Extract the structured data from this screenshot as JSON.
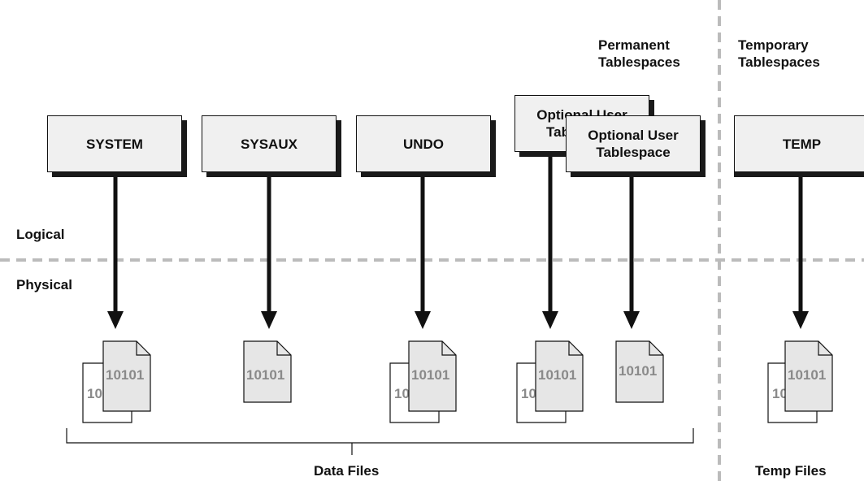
{
  "headers": {
    "permanent": [
      "Permanent",
      "Tablespaces"
    ],
    "temporary": [
      "Temporary",
      "Tablespaces"
    ]
  },
  "layers": {
    "logical": "Logical",
    "physical": "Physical"
  },
  "tablespaces": {
    "system": "SYSTEM",
    "sysaux": "SYSAUX",
    "undo": "UNDO",
    "optional_back": [
      "Optional User",
      "Tablespace"
    ],
    "optional_front": [
      "Optional User",
      "Tablespace"
    ],
    "temp": "TEMP"
  },
  "file_text": "10101",
  "bottom": {
    "data_files": "Data Files",
    "temp_files": "Temp Files"
  },
  "colors": {
    "box_fill": "#f0f0f0",
    "file_fill": "#e6e6e6",
    "file_text": "#8a8a8a",
    "dash": "#bbbbbb"
  }
}
